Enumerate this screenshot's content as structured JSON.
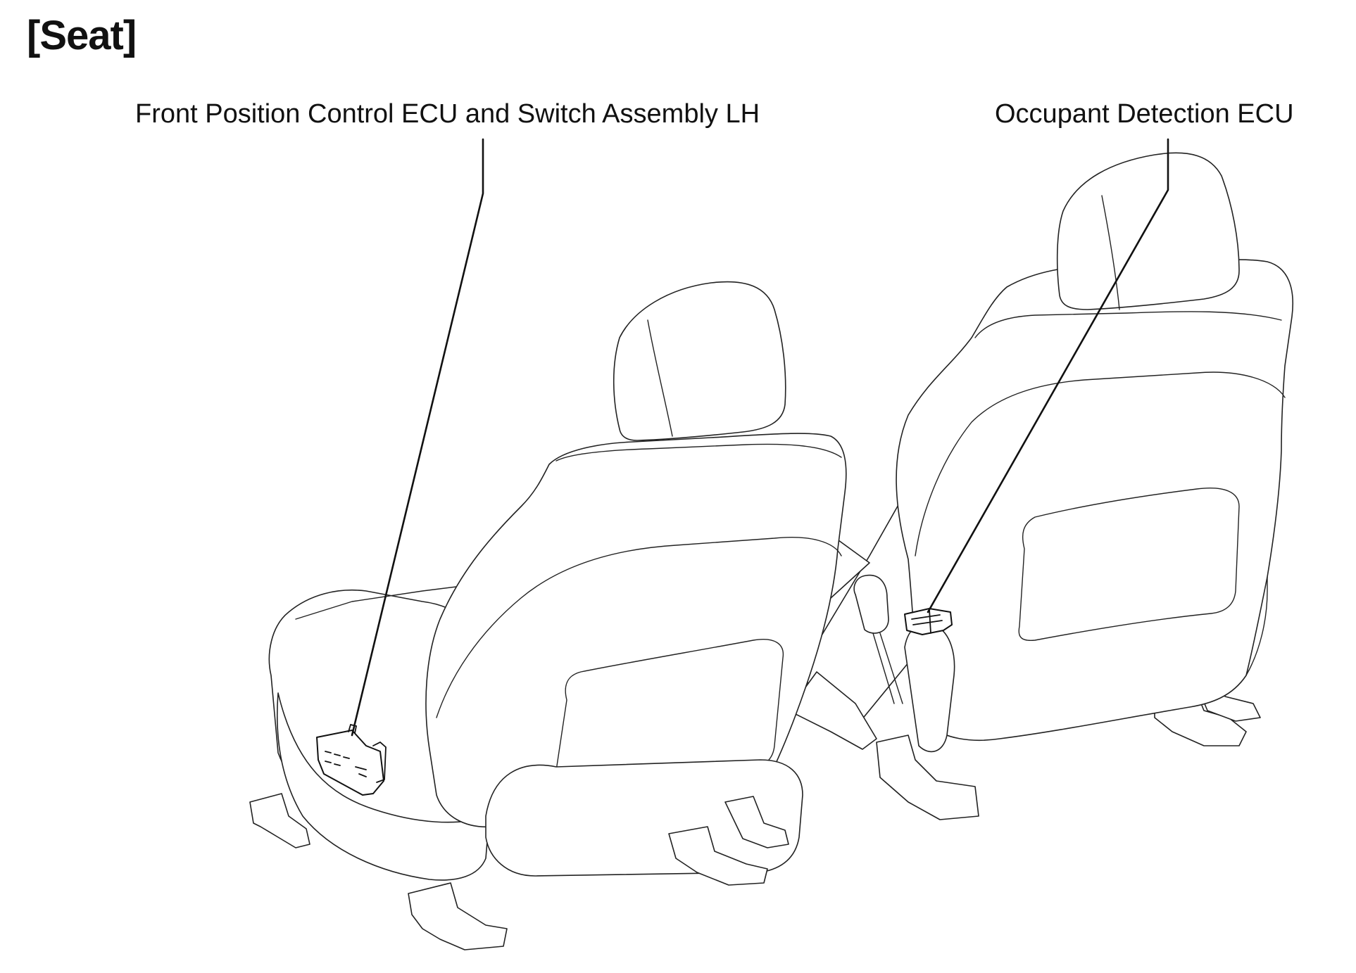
{
  "title": "[Seat]",
  "callouts": {
    "left_label": "Front Position Control ECU and Switch Assembly LH",
    "right_label": "Occupant Detection ECU"
  },
  "colors": {
    "line": "#111111",
    "background": "#ffffff"
  }
}
